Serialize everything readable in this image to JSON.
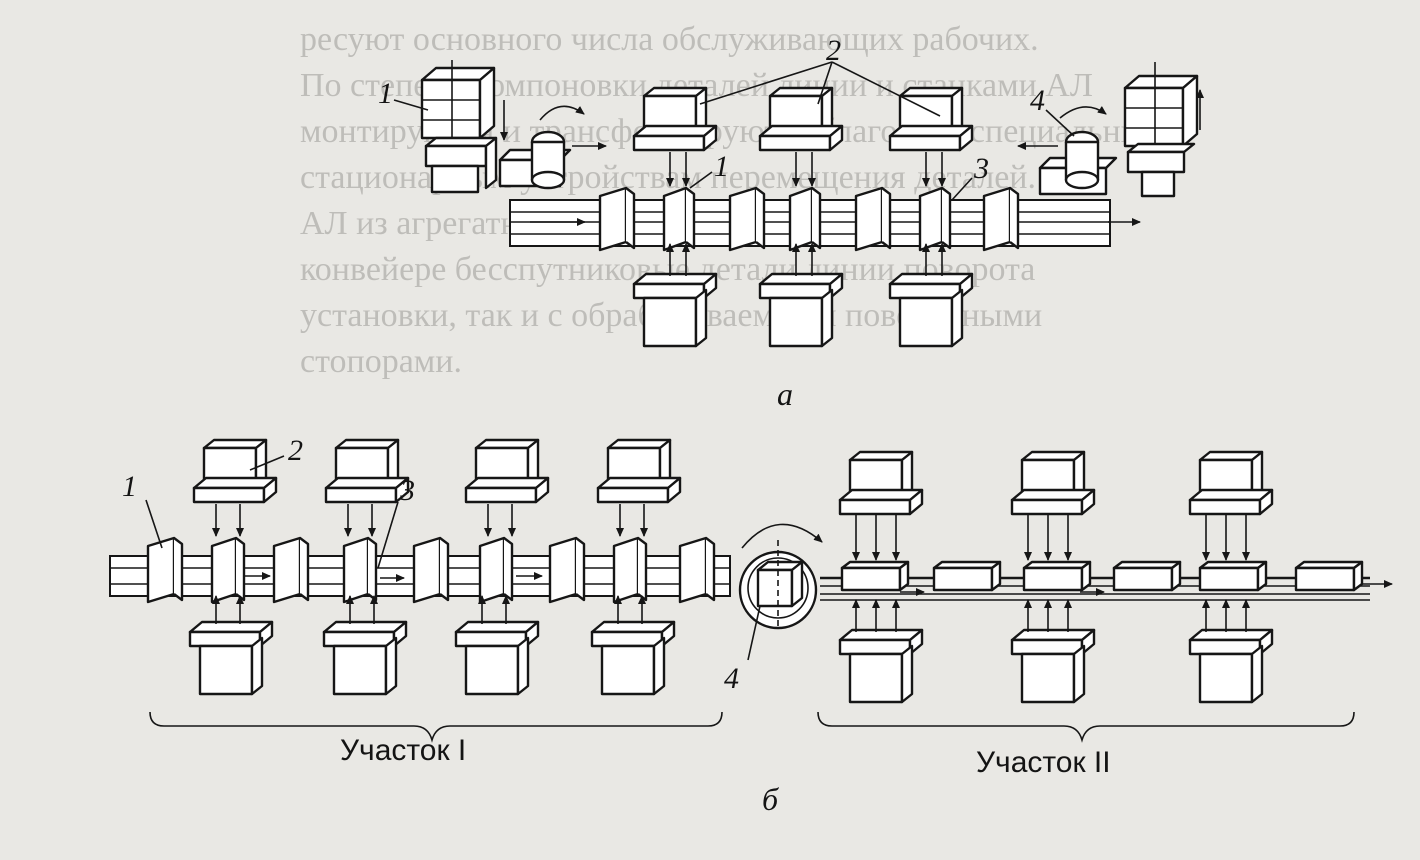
{
  "background_text": [
    "ресуют основного числа обслуживающих рабочих.",
    "По степени компоновки деталей линии и станками АЛ",
    "монтируются и трансформируются благодаря специальным",
    "стационарным устройствам перемещения деталей.",
    "АЛ из агрегатных станков объединяют собою на",
    "конвейере бесспутниковые детали линии поворота",
    "установки, так и с обрабатываемыми поворотными",
    "стопорами."
  ],
  "diagram_a": {
    "caption": "а",
    "labels": {
      "loader_left": "1",
      "heads": "2",
      "fixture": "1",
      "conveyor": "3",
      "loader_right": "4"
    }
  },
  "diagram_b": {
    "caption": "б",
    "labels": {
      "fixture": "1",
      "head": "2",
      "conveyor": "3",
      "turntable": "4"
    },
    "sections": [
      "Участок I",
      "Участок II"
    ]
  },
  "colors": {
    "ink": "#161616",
    "paper": "#e9e8e4"
  }
}
